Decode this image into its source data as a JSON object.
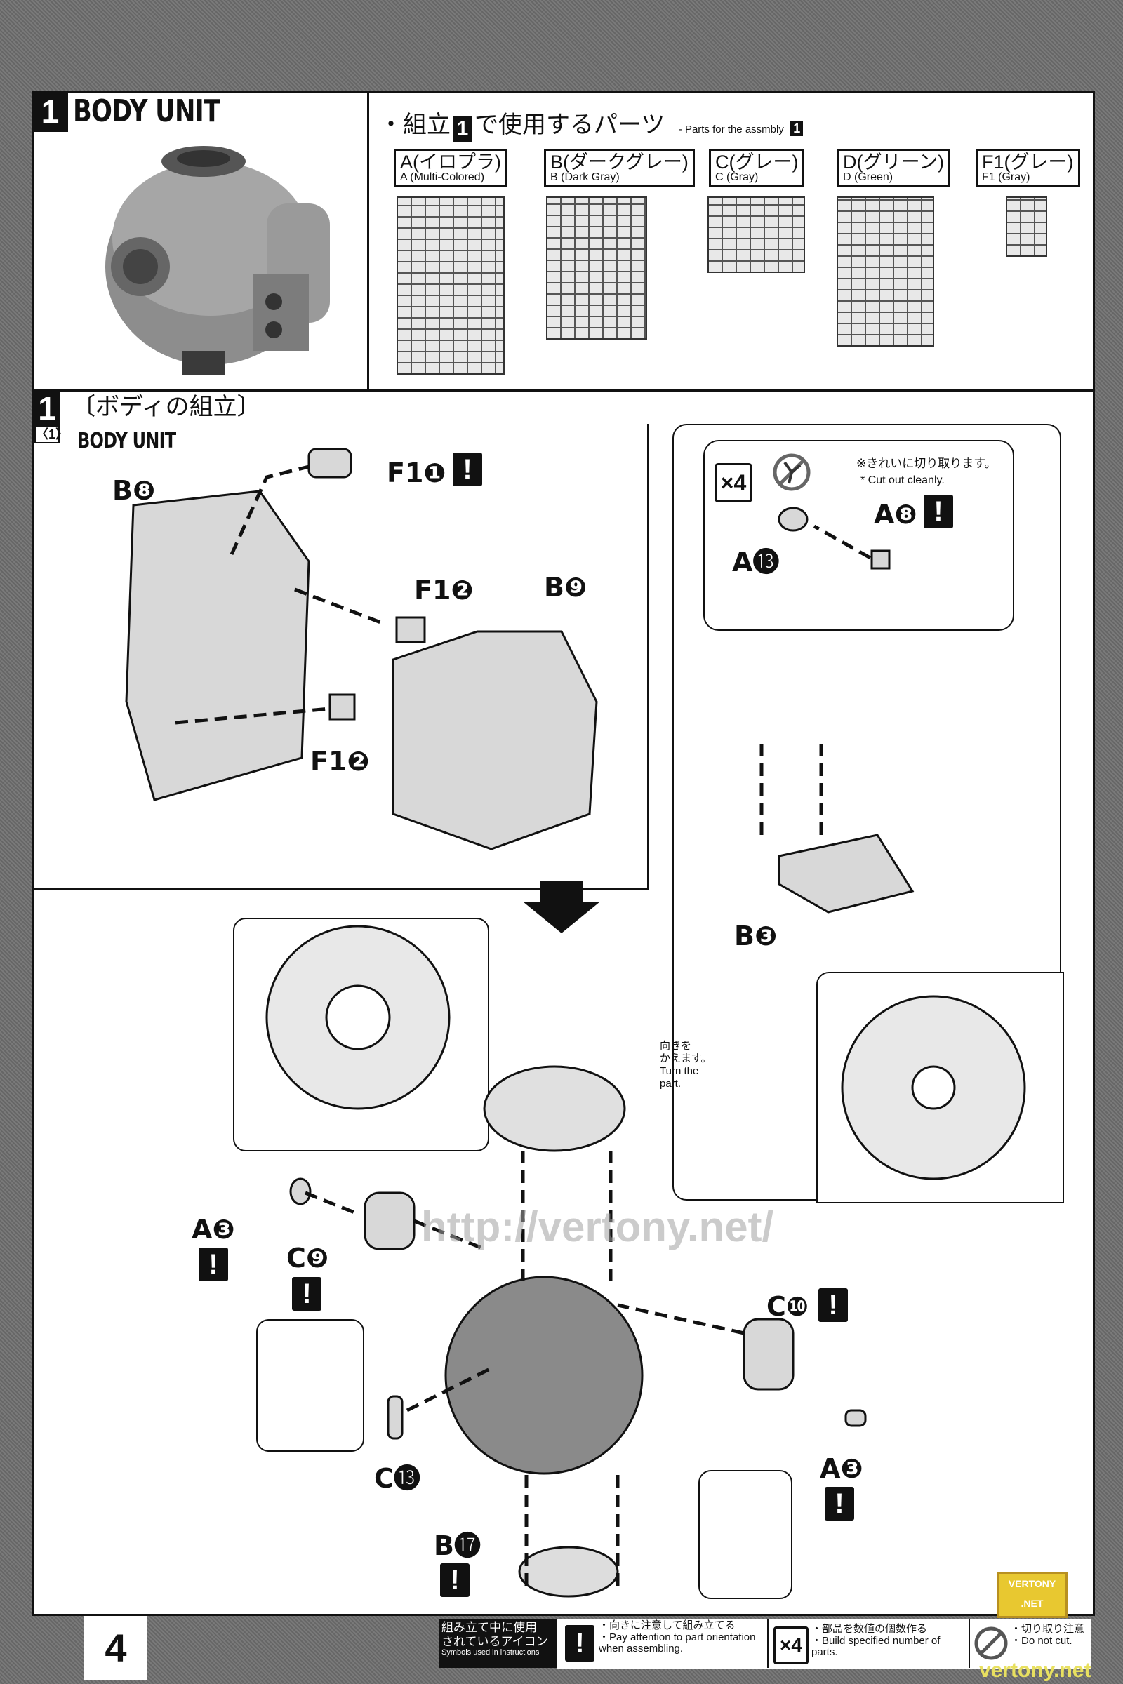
{
  "header": {
    "step_number": "1",
    "title": "BODY UNIT",
    "parts_heading_jp_prefix": "・組立",
    "parts_heading_jp_suffix": "で使用するパーツ",
    "parts_heading_en": "- Parts for the assmbly",
    "parts_heading_step": "1"
  },
  "plates": [
    {
      "jp": "A(イロプラ)",
      "en": "A (Multi-Colored)"
    },
    {
      "jp": "B(ダークグレー)",
      "en": "B (Dark Gray)"
    },
    {
      "jp": "C(グレー)",
      "en": "C (Gray)"
    },
    {
      "jp": "D(グリーン)",
      "en": "D (Green)"
    },
    {
      "jp": "F1(グレー)",
      "en": "F1 (Gray)"
    }
  ],
  "step": {
    "number": "1",
    "sub_number": "〈1〉",
    "title_jp": "〔ボディの組立〕",
    "title_en": "BODY UNIT"
  },
  "parts": {
    "b8": "B❽",
    "f1_1": "F1❶",
    "f1_2a": "F1❷",
    "b9": "B❾",
    "f1_2b": "F1❷",
    "a13": "A⓭",
    "a8": "A❽",
    "b3": "B❸",
    "a3a": "A❸",
    "c9": "C❾",
    "c10": "C❿",
    "c13": "C⓭",
    "a3b": "A❸",
    "b17": "B⓱"
  },
  "warning_symbol": "!",
  "count_badge": "×4",
  "cut_note": {
    "jp": "※きれいに切り取ります。",
    "en": "* Cut out cleanly."
  },
  "turn_note": {
    "jp1": "向きを",
    "jp2": "かえます。",
    "en1": "Turn the",
    "en2": "part."
  },
  "footer": {
    "page_number": "4",
    "legend_title_jp1": "組み立て中に使用",
    "legend_title_jp2": "されているアイコン",
    "legend_title_en": "Symbols used in instructions",
    "items": [
      {
        "icon": "exclamation-icon",
        "symbol": "!",
        "jp": "・向きに注意して組み立てる",
        "en1": "・Pay attention to part orientation",
        "en2": "when assembling."
      },
      {
        "icon": "count-icon",
        "symbol": "×4",
        "jp": "・部品を数値の個数作る",
        "en1": "・Build specified number of parts.",
        "en2": ""
      },
      {
        "icon": "no-cut-icon",
        "symbol": "",
        "jp": "・切り取り注意",
        "en1": "・Do not cut.",
        "en2": ""
      }
    ]
  },
  "watermark": {
    "url": "http://vertony.net/",
    "logo": "VERTONY .NET",
    "site": "vertony.net"
  },
  "colors": {
    "page": "#ffffff",
    "ink": "#111111",
    "background": "#6e6e6e",
    "watermark_yellow": "#e8e060"
  }
}
